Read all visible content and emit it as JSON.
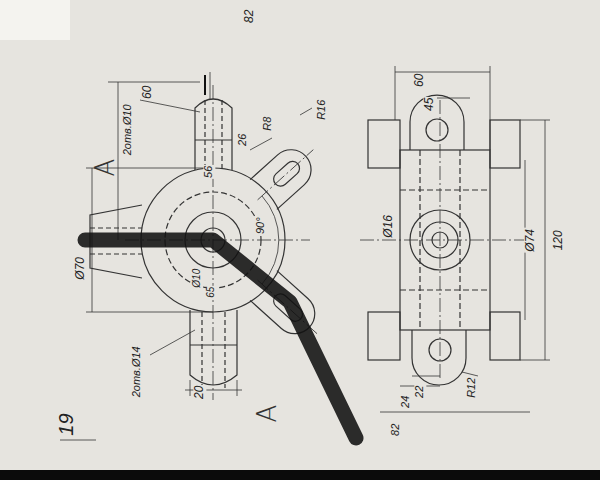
{
  "diagram": {
    "labels": [
      "82",
      "60",
      "2отв.Ø10",
      "А",
      "56",
      "26",
      "R8",
      "R16",
      "Ø70",
      "Ø10",
      "65",
      "90°",
      "2отв.Ø14",
      "20",
      "А",
      "19",
      "60",
      "45",
      "Ø16",
      "Ø74",
      "120",
      "R12",
      "22",
      "24",
      "82"
    ]
  }
}
